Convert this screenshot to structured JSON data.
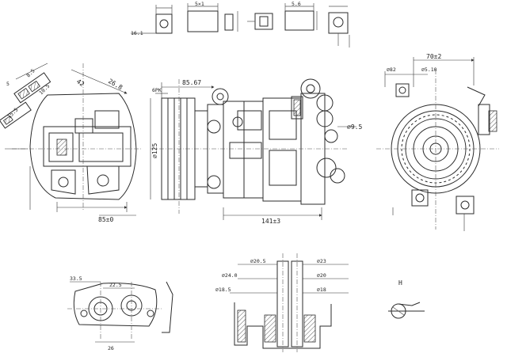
{
  "labels": {
    "top_dim_1": "5×1",
    "top_dim_2": "5.6",
    "top_left_dim": "16.1",
    "front_angle": "42",
    "front_dim_1": "26.8",
    "front_dim_2": "8.5",
    "front_dim_3": "10.5",
    "front_dim_4": "15.5",
    "front_bottom": "85±0",
    "front_left": "5",
    "side_top": "85.67",
    "side_pulley": "6PK",
    "side_dia": "⌀125",
    "side_bolt": "⌀9.5",
    "side_bottom": "141±3",
    "rear_top": "70±2",
    "rear_sub": "⌀5.10",
    "rear_left": "⌀82",
    "port_a": "33.5",
    "port_b": "22.5",
    "port_c": "26",
    "sec_1": "⌀20.5",
    "sec_2": "⌀24.0",
    "sec_3": "⌀18.5",
    "sec_4": "⌀23",
    "sec_5": "⌀20",
    "sec_6": "⌀18",
    "detail_mark": "H"
  }
}
